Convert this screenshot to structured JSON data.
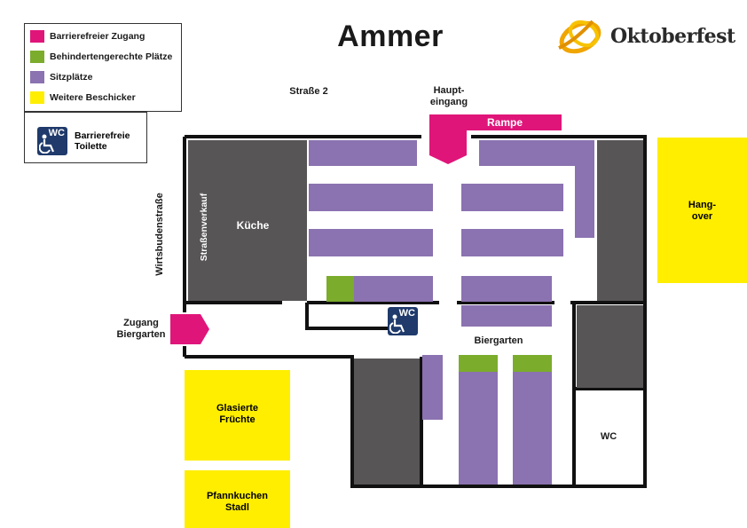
{
  "title": "Ammer",
  "logo": {
    "text": "Oktoberfest"
  },
  "legend": {
    "items": [
      {
        "label": "Barrierefreier Zugang",
        "color": "#e0157a"
      },
      {
        "label": "Behindertengerechte Plätze",
        "color": "#7bac2c"
      },
      {
        "label": "Sitzplätze",
        "color": "#8b72b0"
      },
      {
        "label": "Weitere Beschicker",
        "color": "#ffee00"
      }
    ],
    "wc_label": "Barrierefreie Toilette",
    "wc_badge": "WC"
  },
  "labels": {
    "strasse2": "Straße 2",
    "haupteingang": "Haupt-\neingang",
    "rampe": "Rampe",
    "wirtsbudenstrasse": "Wirtsbudenstraße",
    "strassenverkauf": "Straßenverkauf",
    "kueche": "Küche",
    "zugang_biergarten": "Zugang\nBiergarten",
    "biergarten": "Biergarten",
    "wc": "WC",
    "wc_badge": "WC"
  },
  "vendors": {
    "hangover": "Hang-\nover",
    "glasierte": "Glasierte\nFrüchte",
    "pfannkuchen": "Pfannkuchen\nStadl"
  },
  "colors": {
    "wall": "#111111",
    "building": "#575556",
    "seats": "#8b72b0",
    "accessible_seats": "#7bac2c",
    "access": "#e0157a",
    "vendor": "#ffee00",
    "wc_badge": "#1f3a6b"
  }
}
